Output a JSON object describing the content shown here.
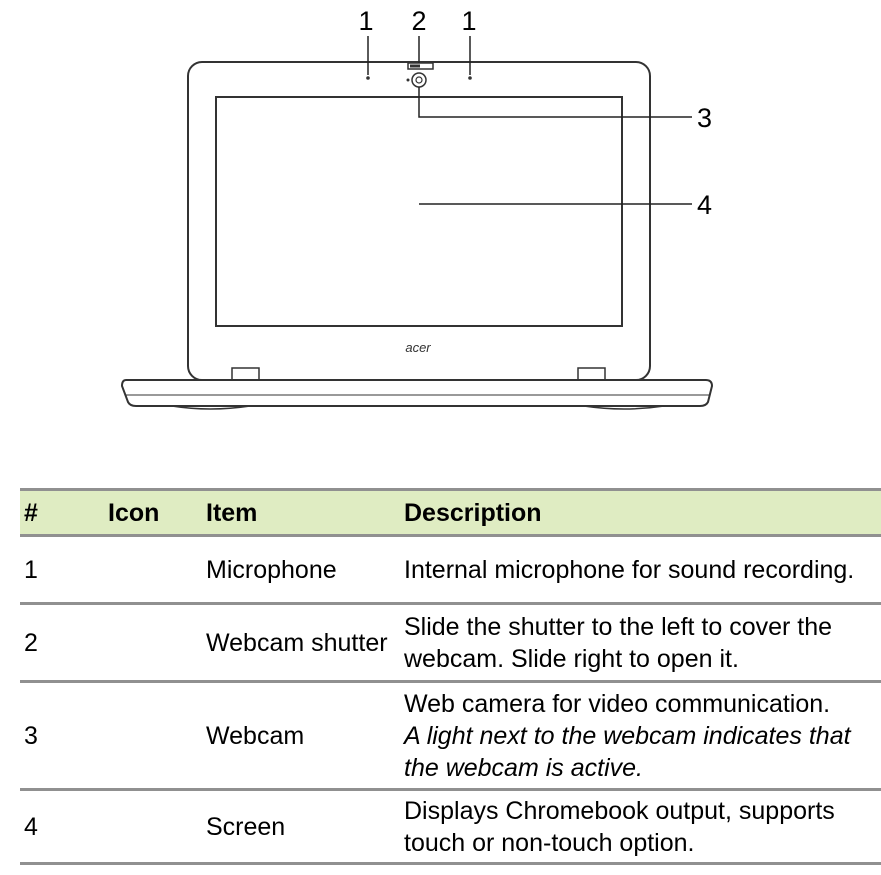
{
  "figure": {
    "callouts": [
      "1",
      "2",
      "1",
      "3",
      "4"
    ],
    "logo": "acer"
  },
  "table": {
    "headers": [
      "#",
      "Icon",
      "Item",
      "Description"
    ],
    "rows": [
      {
        "num": "1",
        "icon": "",
        "item": "Microphone",
        "description": "Internal microphone for sound recording.",
        "note": ""
      },
      {
        "num": "2",
        "icon": "",
        "item": "Webcam shutter",
        "description": "Slide the shutter to the left to cover the webcam. Slide right to open it.",
        "note": ""
      },
      {
        "num": "3",
        "icon": "",
        "item": "Webcam",
        "description": "Web camera for video communication.",
        "note": "A light next to the webcam indicates that the webcam is active."
      },
      {
        "num": "4",
        "icon": "",
        "item": "Screen",
        "description": "Displays Chromebook output, supports touch or non-touch option.",
        "note": ""
      }
    ]
  }
}
